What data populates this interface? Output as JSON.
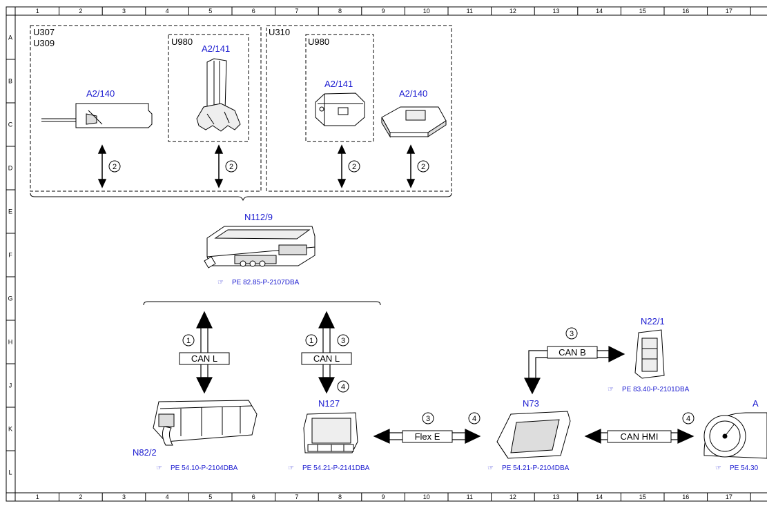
{
  "grid": {
    "columns": [
      "1",
      "2",
      "3",
      "4",
      "5",
      "6",
      "7",
      "8",
      "9",
      "10",
      "11",
      "12",
      "13",
      "14",
      "15",
      "16",
      "17"
    ],
    "rows": [
      "A",
      "B",
      "C",
      "D",
      "E",
      "F",
      "G",
      "H",
      "J",
      "K",
      "L"
    ]
  },
  "groups": {
    "left_variants": [
      "U307",
      "U309"
    ],
    "left_inner_variant": "U980",
    "right_variant": "U310",
    "right_inner_variant": "U980"
  },
  "components": {
    "a2_140_left": "A2/140",
    "a2_141_left": "A2/141",
    "a2_141_right": "A2/141",
    "a2_140_right": "A2/140",
    "n112_9": "N112/9",
    "n82_2": "N82/2",
    "n127": "N127",
    "n73": "N73",
    "n22_1": "N22/1",
    "cluster": "A"
  },
  "references": {
    "n112_9": "PE 82.85-P-2107DBA",
    "n82_2": "PE 54.10-P-2104DBA",
    "n127": "PE 54.21-P-2141DBA",
    "n73": "PE 54.21-P-2104DBA",
    "n22_1": "PE 83.40-P-2101DBA",
    "cluster": "PE 54.30"
  },
  "buses": {
    "can_l_1": "CAN L",
    "can_l_2": "CAN L",
    "flex_e": "Flex E",
    "can_b": "CAN B",
    "can_hmi": "CAN HMI"
  },
  "notes": {
    "n1": "1",
    "n2": "2",
    "n3": "3",
    "n4": "4"
  },
  "colors": {
    "component_label": "#1a1ad0",
    "line": "#000000"
  }
}
